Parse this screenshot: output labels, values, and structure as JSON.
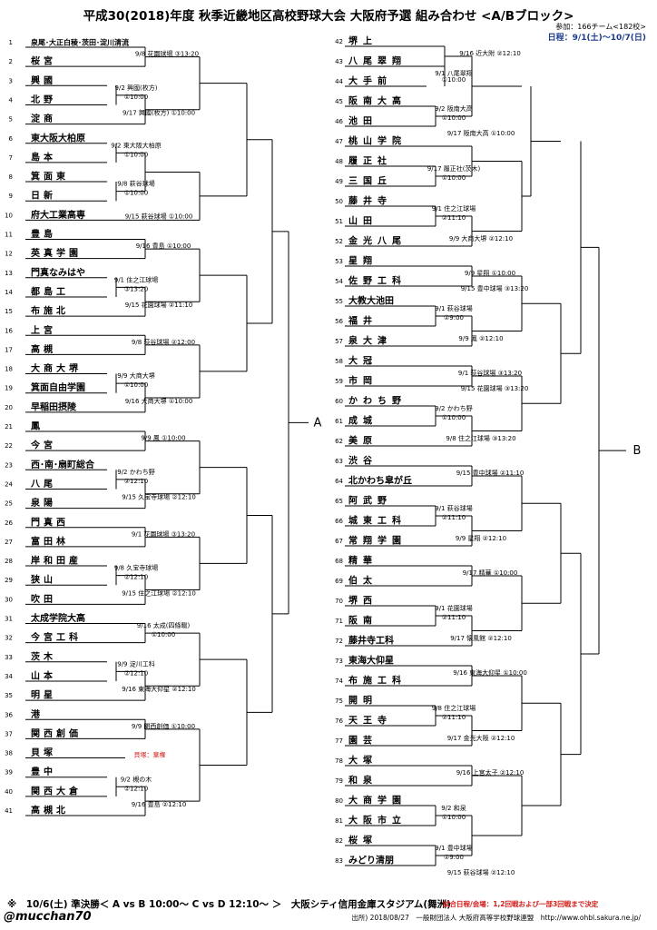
{
  "title": "平成30(2018)年度 秋季近畿地区高校野球大会 大阪府予選 組み合わせ <A/Bブロック>",
  "info": {
    "participants": "参加：166チーム<182校>",
    "schedule": "日程：9/1(土)～10/7(日)"
  },
  "left_teams": [
    "泉尾･大正白稜･茨田･淀川清流",
    "桜宮",
    "興國",
    "北野",
    "淀商",
    "東大阪大柏原",
    "島本",
    "箕面東",
    "日新",
    "府大工業高専",
    "豊島",
    "英真学園",
    "門真なみはや",
    "都島工",
    "布施北",
    "上宮",
    "高槻",
    "大商大堺",
    "箕面自由学園",
    "早稲田摂陵",
    "鳳",
    "今宮",
    "西･南･扇町総合",
    "八尾",
    "泉陽",
    "門真西",
    "富田林",
    "岸和田産",
    "狭山",
    "吹田",
    "太成学院大高",
    "今宮工科",
    "茨木",
    "山本",
    "明星",
    "港",
    "関西創価",
    "貝塚",
    "豊中",
    "関西大倉",
    "高槻北"
  ],
  "right_teams": [
    "堺上",
    "八尾翠翔",
    "大手前",
    "阪南大高",
    "池田",
    "桃山学院",
    "履正社",
    "三国丘",
    "藤井寺",
    "山田",
    "金光八尾",
    "星翔",
    "佐野工科",
    "大教大池田",
    "福井",
    "泉大津",
    "大冠",
    "市岡",
    "かわち野",
    "成城",
    "美原",
    "渋谷",
    "北かわち皐が丘",
    "阿武野",
    "城東工科",
    "常翔学園",
    "精華",
    "伯太",
    "堺西",
    "阪南",
    "藤井寺工科",
    "東海大仰星",
    "布施工科",
    "開明",
    "天王寺",
    "園芸",
    "大塚",
    "和泉",
    "大商学園",
    "大阪市立",
    "桜塚",
    "みどり清朋"
  ],
  "game_labels": {
    "L1": "9/8 花園球場 ③13:20",
    "L2": "9/2 興國(枚方)",
    "L2b": "①10:00",
    "L3": "9/17 興國(枚方) ①10:00",
    "L4": "9/2 東大阪大柏原",
    "L4b": "①10:00",
    "L5": "9/8 萩谷球場",
    "L5b": "①10:00",
    "L6": "9/15 萩谷球場 ①10:00",
    "L7": "9/16 豊島 ①10:00",
    "L8": "9/1 住之江球場",
    "L8b": "③13:20",
    "L9": "9/15 花園球場 ②11:10",
    "L10": "9/8 萩谷球場 ②12:00",
    "L11": "9/9 大商大堺",
    "L11b": "①10:00",
    "L12": "9/16 大商大堺 ①10:00",
    "L13": "9/9 鳳 ①10:00",
    "L14": "9/2 かわち野",
    "L14b": "②12:10",
    "L15": "9/15 久宝寺球場 ②12:10",
    "L16": "9/1 花園球場 ③13:20",
    "L17": "9/8 久宝寺球場",
    "L17b": "②12:10",
    "L18": "9/15 住之江球場 ②12:10",
    "L19": "9/16 太成(四條畷)",
    "L19b": "①10:00",
    "L20": "9/9 淀川工科",
    "L20b": "②12:10",
    "L21": "9/16 東海大仰星 ②12:10",
    "L22": "9/9 関西創価 ①10:00",
    "L22x": "貝塚：棄権",
    "L23": "9/2 槻の木",
    "L23b": "②12:10",
    "L24": "9/16 豊島 ②12:10",
    "R1": "9/16 近大附 ②12:10",
    "R2": "9/1 八尾翠翔",
    "R2b": "①10:00",
    "R3": "9/2 阪南大高",
    "R3b": "①10:00",
    "R4": "9/17 阪南大高 ①10:00",
    "R5": "9/17 履正社(茨木)",
    "R5b": "①10:00",
    "R6": "9/1 住之江球場",
    "R6b": "②11:10",
    "R7": "9/9 大商大堺 ②12:10",
    "R8": "9/9 星翔 ①10:00",
    "R9": "9/15 豊中球場 ③13:20",
    "R10": "9/1 萩谷球場",
    "R10b": "①9:00",
    "R11": "9/9 鳳 ②12:10",
    "R12": "9/1 萩谷球場 ③13:20",
    "R13": "9/15 花園球場 ③13:20",
    "R14": "9/2 かわち野",
    "R14b": "①10:00",
    "R15": "9/8 住之江球場 ③13:20",
    "R16": "9/15 豊中球場 ②11:10",
    "R17": "9/1 萩谷球場",
    "R17b": "②11:10",
    "R18": "9/9 星翔 ②12:10",
    "R19": "9/17 精華 ①10:00",
    "R20": "9/1 花園球場",
    "R20b": "②11:10",
    "R21": "9/17 懐風館 ②12:10",
    "R22": "9/16 東海大仰星 ①10:00",
    "R23": "9/8 住之江球場",
    "R23b": "②11:10",
    "R24": "9/17 金光大阪 ②12:10",
    "R25": "9/16 上宮太子 ②12:10",
    "R26": "9/2 和泉",
    "R26b": "①10:00",
    "R27": "9/1 豊中球場",
    "R27b": "①9:00",
    "R28": "9/15 萩谷球場 ②12:10"
  },
  "block_a": "A",
  "block_b": "B",
  "footer": {
    "semifinal": "※　10/6(土) 準決勝＜ A vs B 10:00～ C vs D 12:10～ ＞　大阪シティ信用金庫スタジアム(舞洲)",
    "note": "試合日程/会場：1,2回戦および一部3回戦まで決定"
  },
  "credit": "@mucchan70",
  "source": "出所) 2018/08/27　一般財団法人 大阪府高等学校野球連盟　http://www.ohbl.sakura.ne.jp/"
}
